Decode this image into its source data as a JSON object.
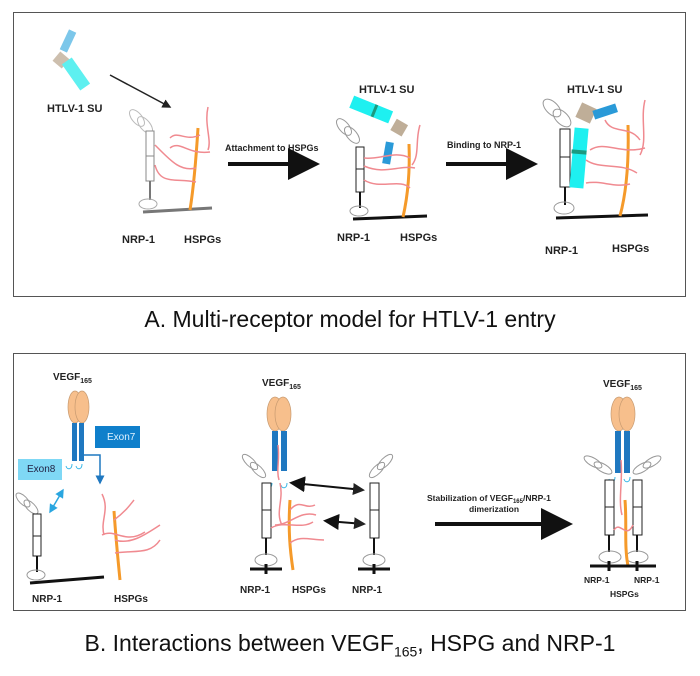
{
  "panel_a": {
    "caption": "A. Multi-receptor model for HTLV-1 entry",
    "stage1": {
      "su_label": "HTLV-1 SU",
      "nrp_label": "NRP-1",
      "hspg_label": "HSPGs"
    },
    "arrow1_label": "Attachment to HSPGs",
    "stage2": {
      "su_label": "HTLV-1 SU",
      "nrp_label": "NRP-1",
      "hspg_label": "HSPGs"
    },
    "arrow2_label": "Binding to NRP-1",
    "stage3": {
      "su_label": "HTLV-1 SU",
      "nrp_label": "NRP-1",
      "hspg_label": "HSPGs"
    }
  },
  "panel_b": {
    "caption_main": "B. Interactions between VEGF",
    "caption_sub": "165",
    "caption_tail": ", HSPG and NRP-1",
    "stage1": {
      "vegf_label": "VEGF",
      "vegf_sub": "165",
      "exon7_label": "Exon7",
      "exon8_label": "Exon8",
      "nrp_label": "NRP-1",
      "hspg_label": "HSPGs"
    },
    "stage2": {
      "vegf_label": "VEGF",
      "vegf_sub": "165",
      "nrp_left_label": "NRP-1",
      "hspg_label": "HSPGs",
      "nrp_right_label": "NRP-1"
    },
    "arrow_label_line1_main": "Stabilization of VEGF",
    "arrow_label_line1_sub": "165",
    "arrow_label_line1_tail": "/NRP-1",
    "arrow_label_line2": "dimerization",
    "stage3": {
      "vegf_label": "VEGF",
      "vegf_sub": "165",
      "nrp_left_label": "NRP-1",
      "nrp_right_label": "NRP-1",
      "hspg_label": "HSPGs"
    }
  },
  "colors": {
    "su_cyan": "#1ef0f0",
    "su_blue": "#2a9ad8",
    "su_tan": "#bfae98",
    "hspg_orange": "#f59a2a",
    "hs_chain_pink": "#f08a90",
    "vegf_peach": "#f7bf8c",
    "vegf_blue": "#1f78c0",
    "exon7_bg": "#0f7fcb",
    "exon8_bg": "#7fd8f5",
    "hook_cyan": "#3ab8e8"
  }
}
